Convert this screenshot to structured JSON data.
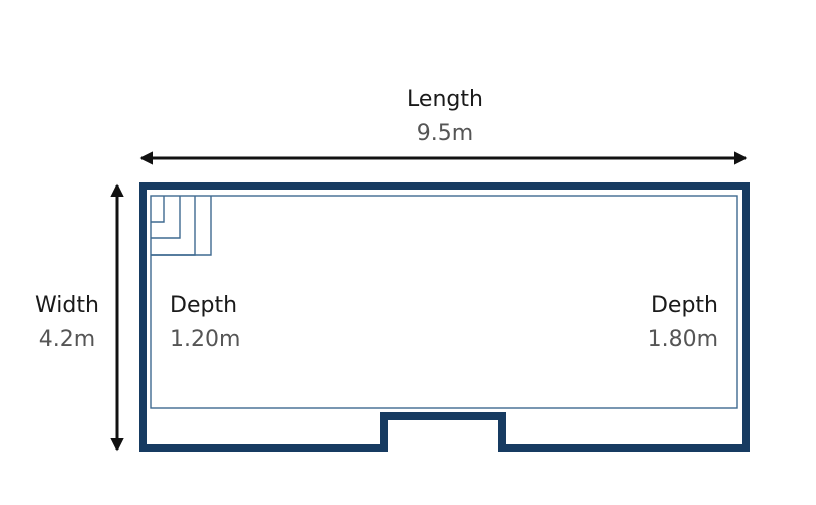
{
  "length": {
    "label": "Length",
    "value": "9.5m"
  },
  "width": {
    "label": "Width",
    "value": "4.2m"
  },
  "shallow_end": {
    "label": "Depth",
    "value": "1.20m"
  },
  "deep_end": {
    "label": "Depth",
    "value": "1.80m"
  },
  "colors": {
    "pool_outline": "#173b61",
    "inner_line": "#3f6a90",
    "arrow": "#111111",
    "label_text": "#1a1a1a",
    "value_text": "#555555"
  }
}
